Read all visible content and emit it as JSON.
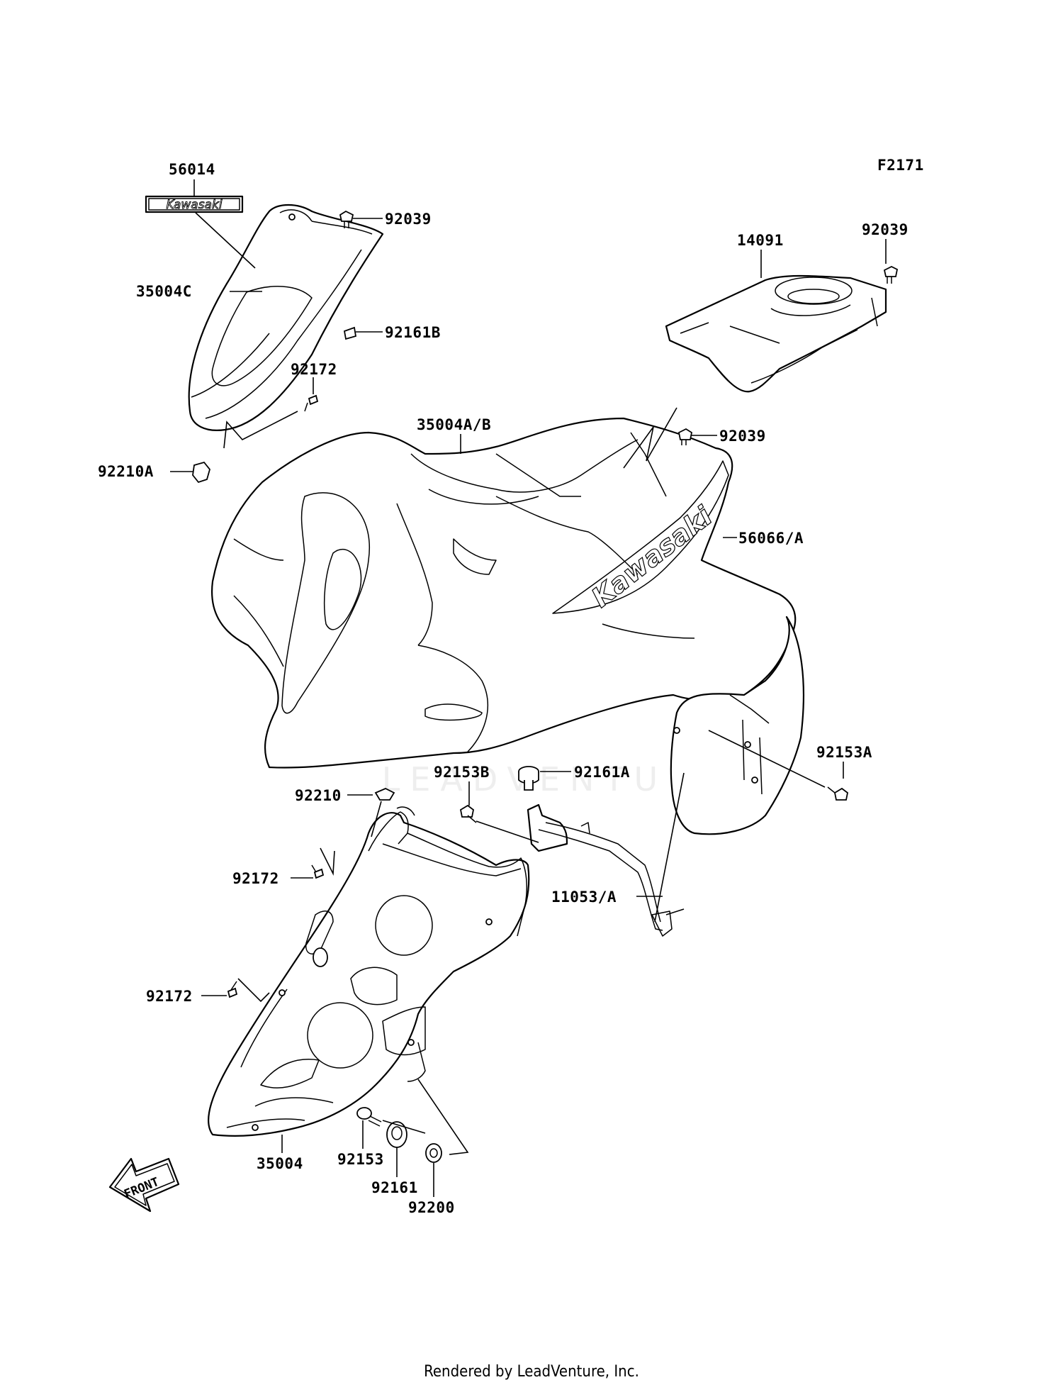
{
  "figure_code": "F2171",
  "footer": "Rendered by LeadVenture, Inc.",
  "watermark": "LEADVENTURE",
  "front_arrow_label": "FRONT",
  "emblem_text": "Kawasaki",
  "decal_text": "Kawasaki",
  "labels": {
    "p56014": "56014",
    "p92039_top": "92039",
    "p35004C": "35004C",
    "p92161B": "92161B",
    "p92172_top": "92172",
    "p92210A": "92210A",
    "p14091": "14091",
    "p92039_right": "92039",
    "p35004AB": "35004A/B",
    "p92039_mid": "92039",
    "p56066A": "56066/A",
    "p92153A": "92153A",
    "p92161A": "92161A",
    "p92153B": "92153B",
    "p92210": "92210",
    "p92172_mid": "92172",
    "p11053A": "11053/A",
    "p92172_low": "92172",
    "p35004": "35004",
    "p92153": "92153",
    "p92161": "92161",
    "p92200": "92200"
  }
}
